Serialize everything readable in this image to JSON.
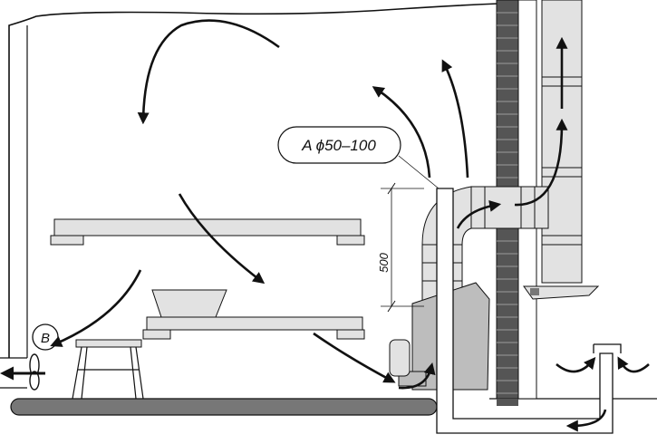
{
  "diagram": {
    "callout_a": "A ϕ50–100",
    "callout_b": "B",
    "dimension": "500",
    "colors": {
      "line": "#111111",
      "floor": "#777777",
      "chimney": "#555555",
      "pipe": "#e2e2e2",
      "heater": "#bdbdbd",
      "arrow": "#111111"
    }
  }
}
